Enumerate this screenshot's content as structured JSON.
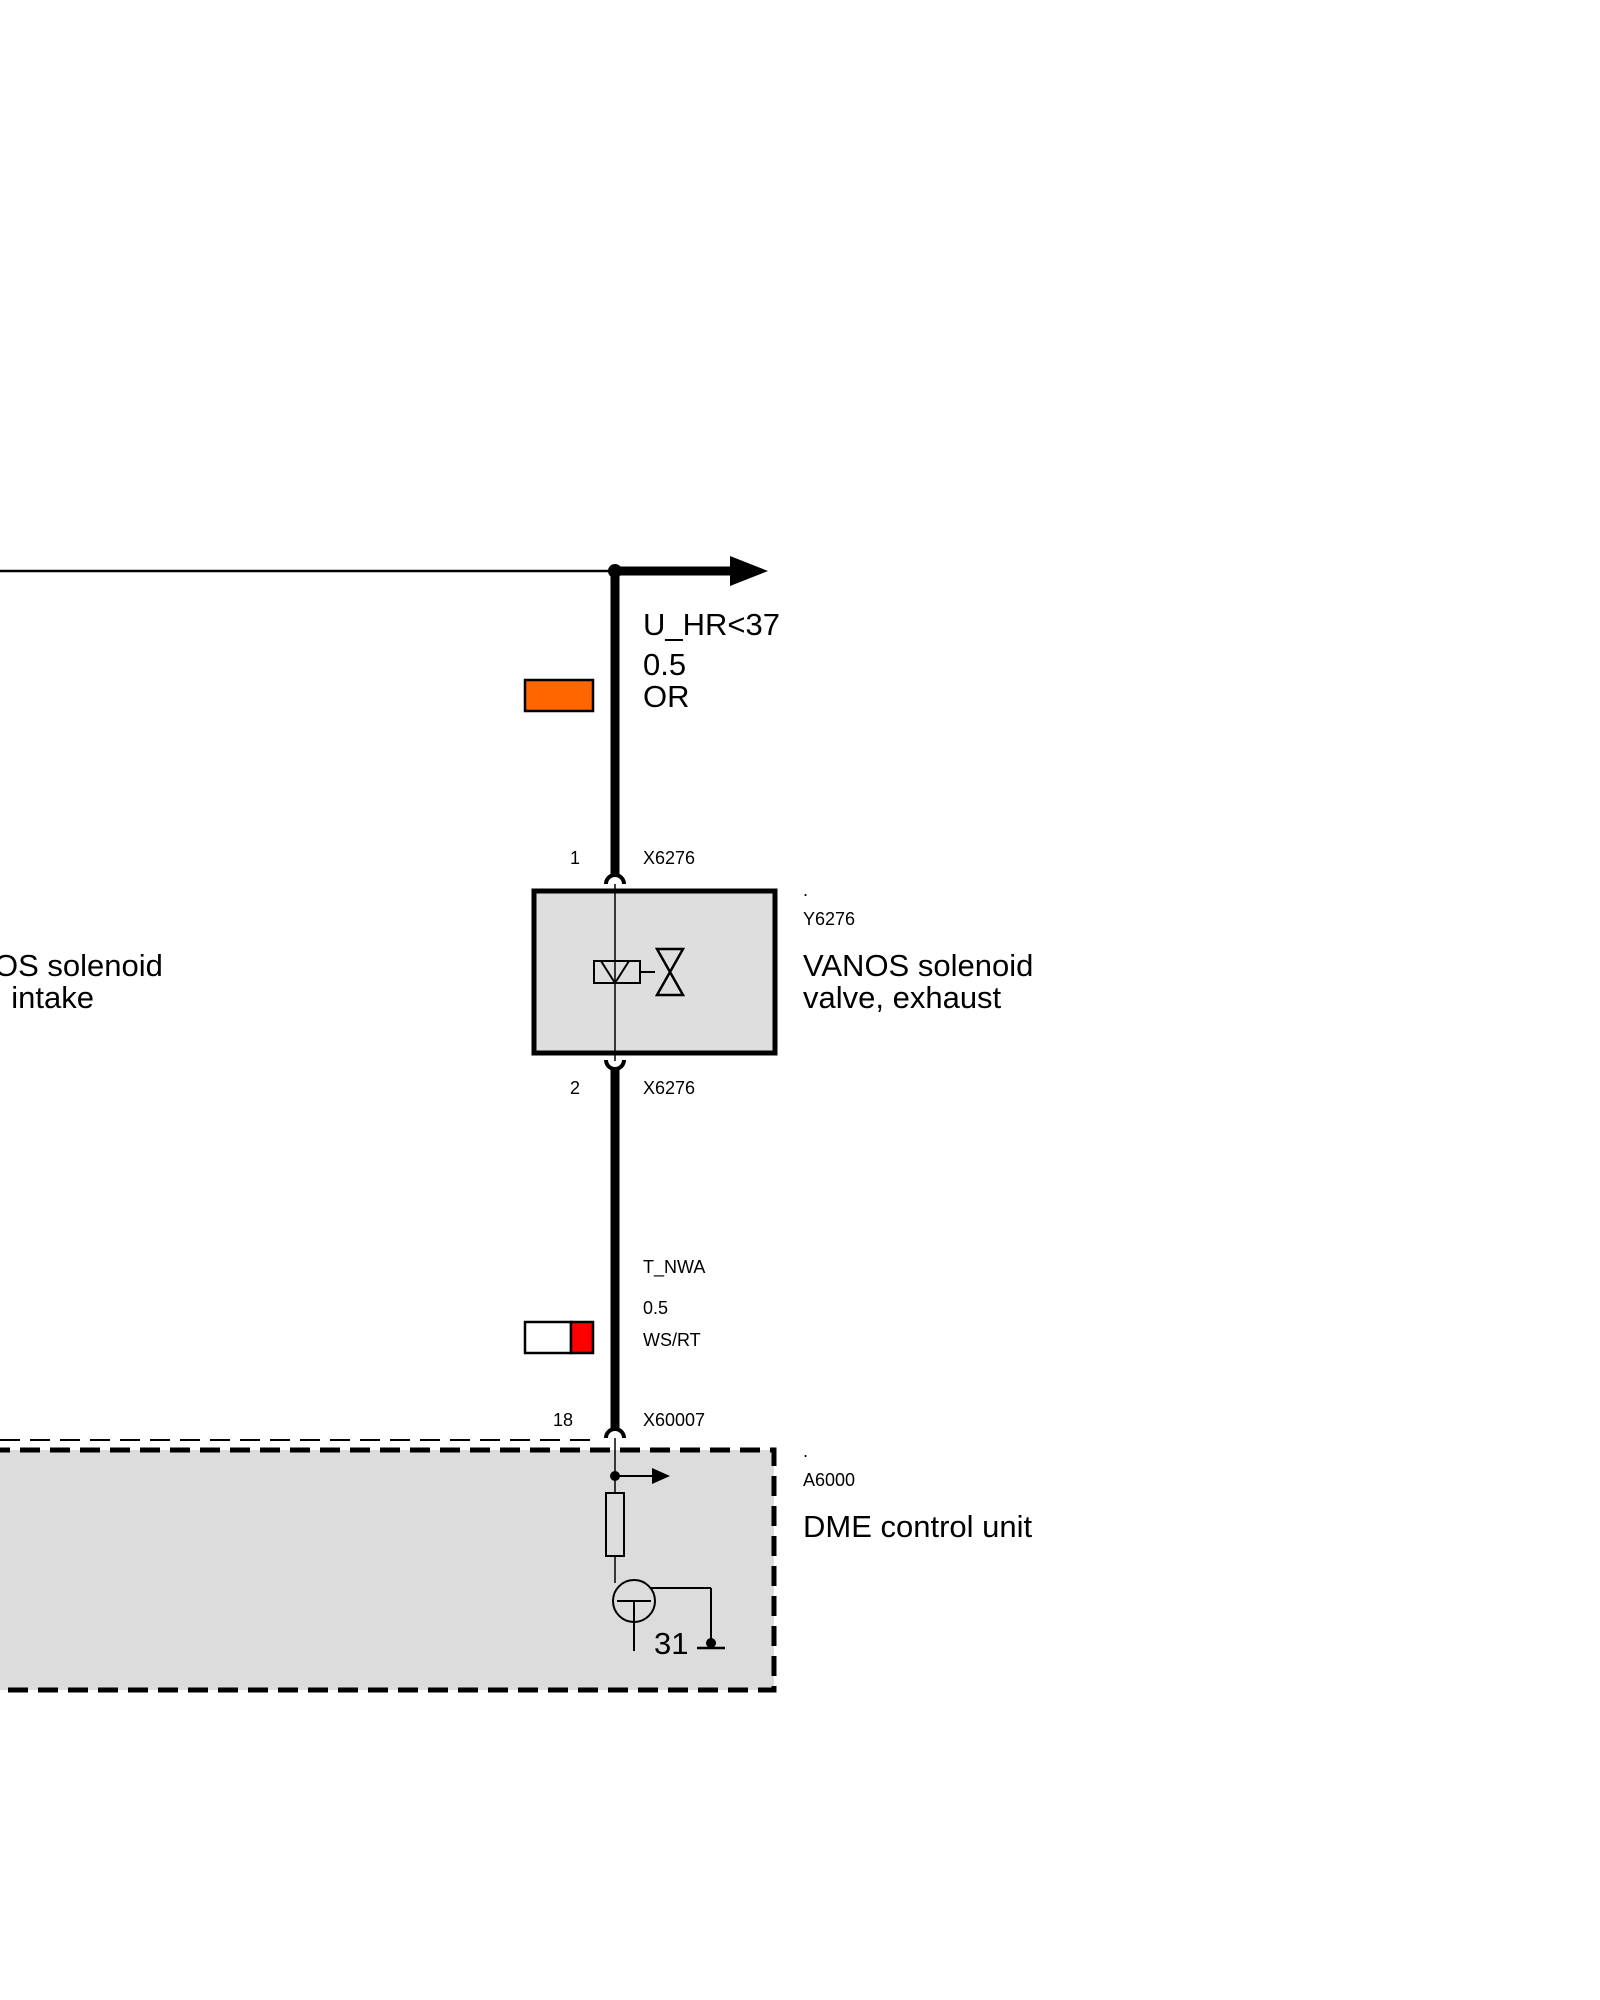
{
  "signal_top": {
    "name": "U_HR<37",
    "size": "0.5",
    "color_code": "OR",
    "swatch": [
      "#FF6600"
    ]
  },
  "connector_pin1": {
    "pin": "1",
    "connector": "X6276"
  },
  "component_y6276": {
    "dot": ".",
    "id": "Y6276",
    "name_line1": "VANOS solenoid",
    "name_line2": "valve, exhaust"
  },
  "left_component": {
    "name_line1": "OS solenoid",
    "name_line2": ", intake"
  },
  "connector_pin2": {
    "pin": "2",
    "connector": "X6276"
  },
  "signal_bottom": {
    "name": "T_NWA",
    "size": "0.5",
    "color_code": "WS/RT",
    "swatch": [
      "#FFFFFF",
      "#FF0000"
    ]
  },
  "connector_pin18": {
    "pin": "18",
    "connector": "X60007"
  },
  "component_a6000": {
    "dot": ".",
    "id": "A6000",
    "name": "DME control unit",
    "ground_label": "31"
  },
  "colors": {
    "line": "#000000",
    "box_fill": "#DCDCDC",
    "valve_box_fill": "#DEDEDE"
  }
}
